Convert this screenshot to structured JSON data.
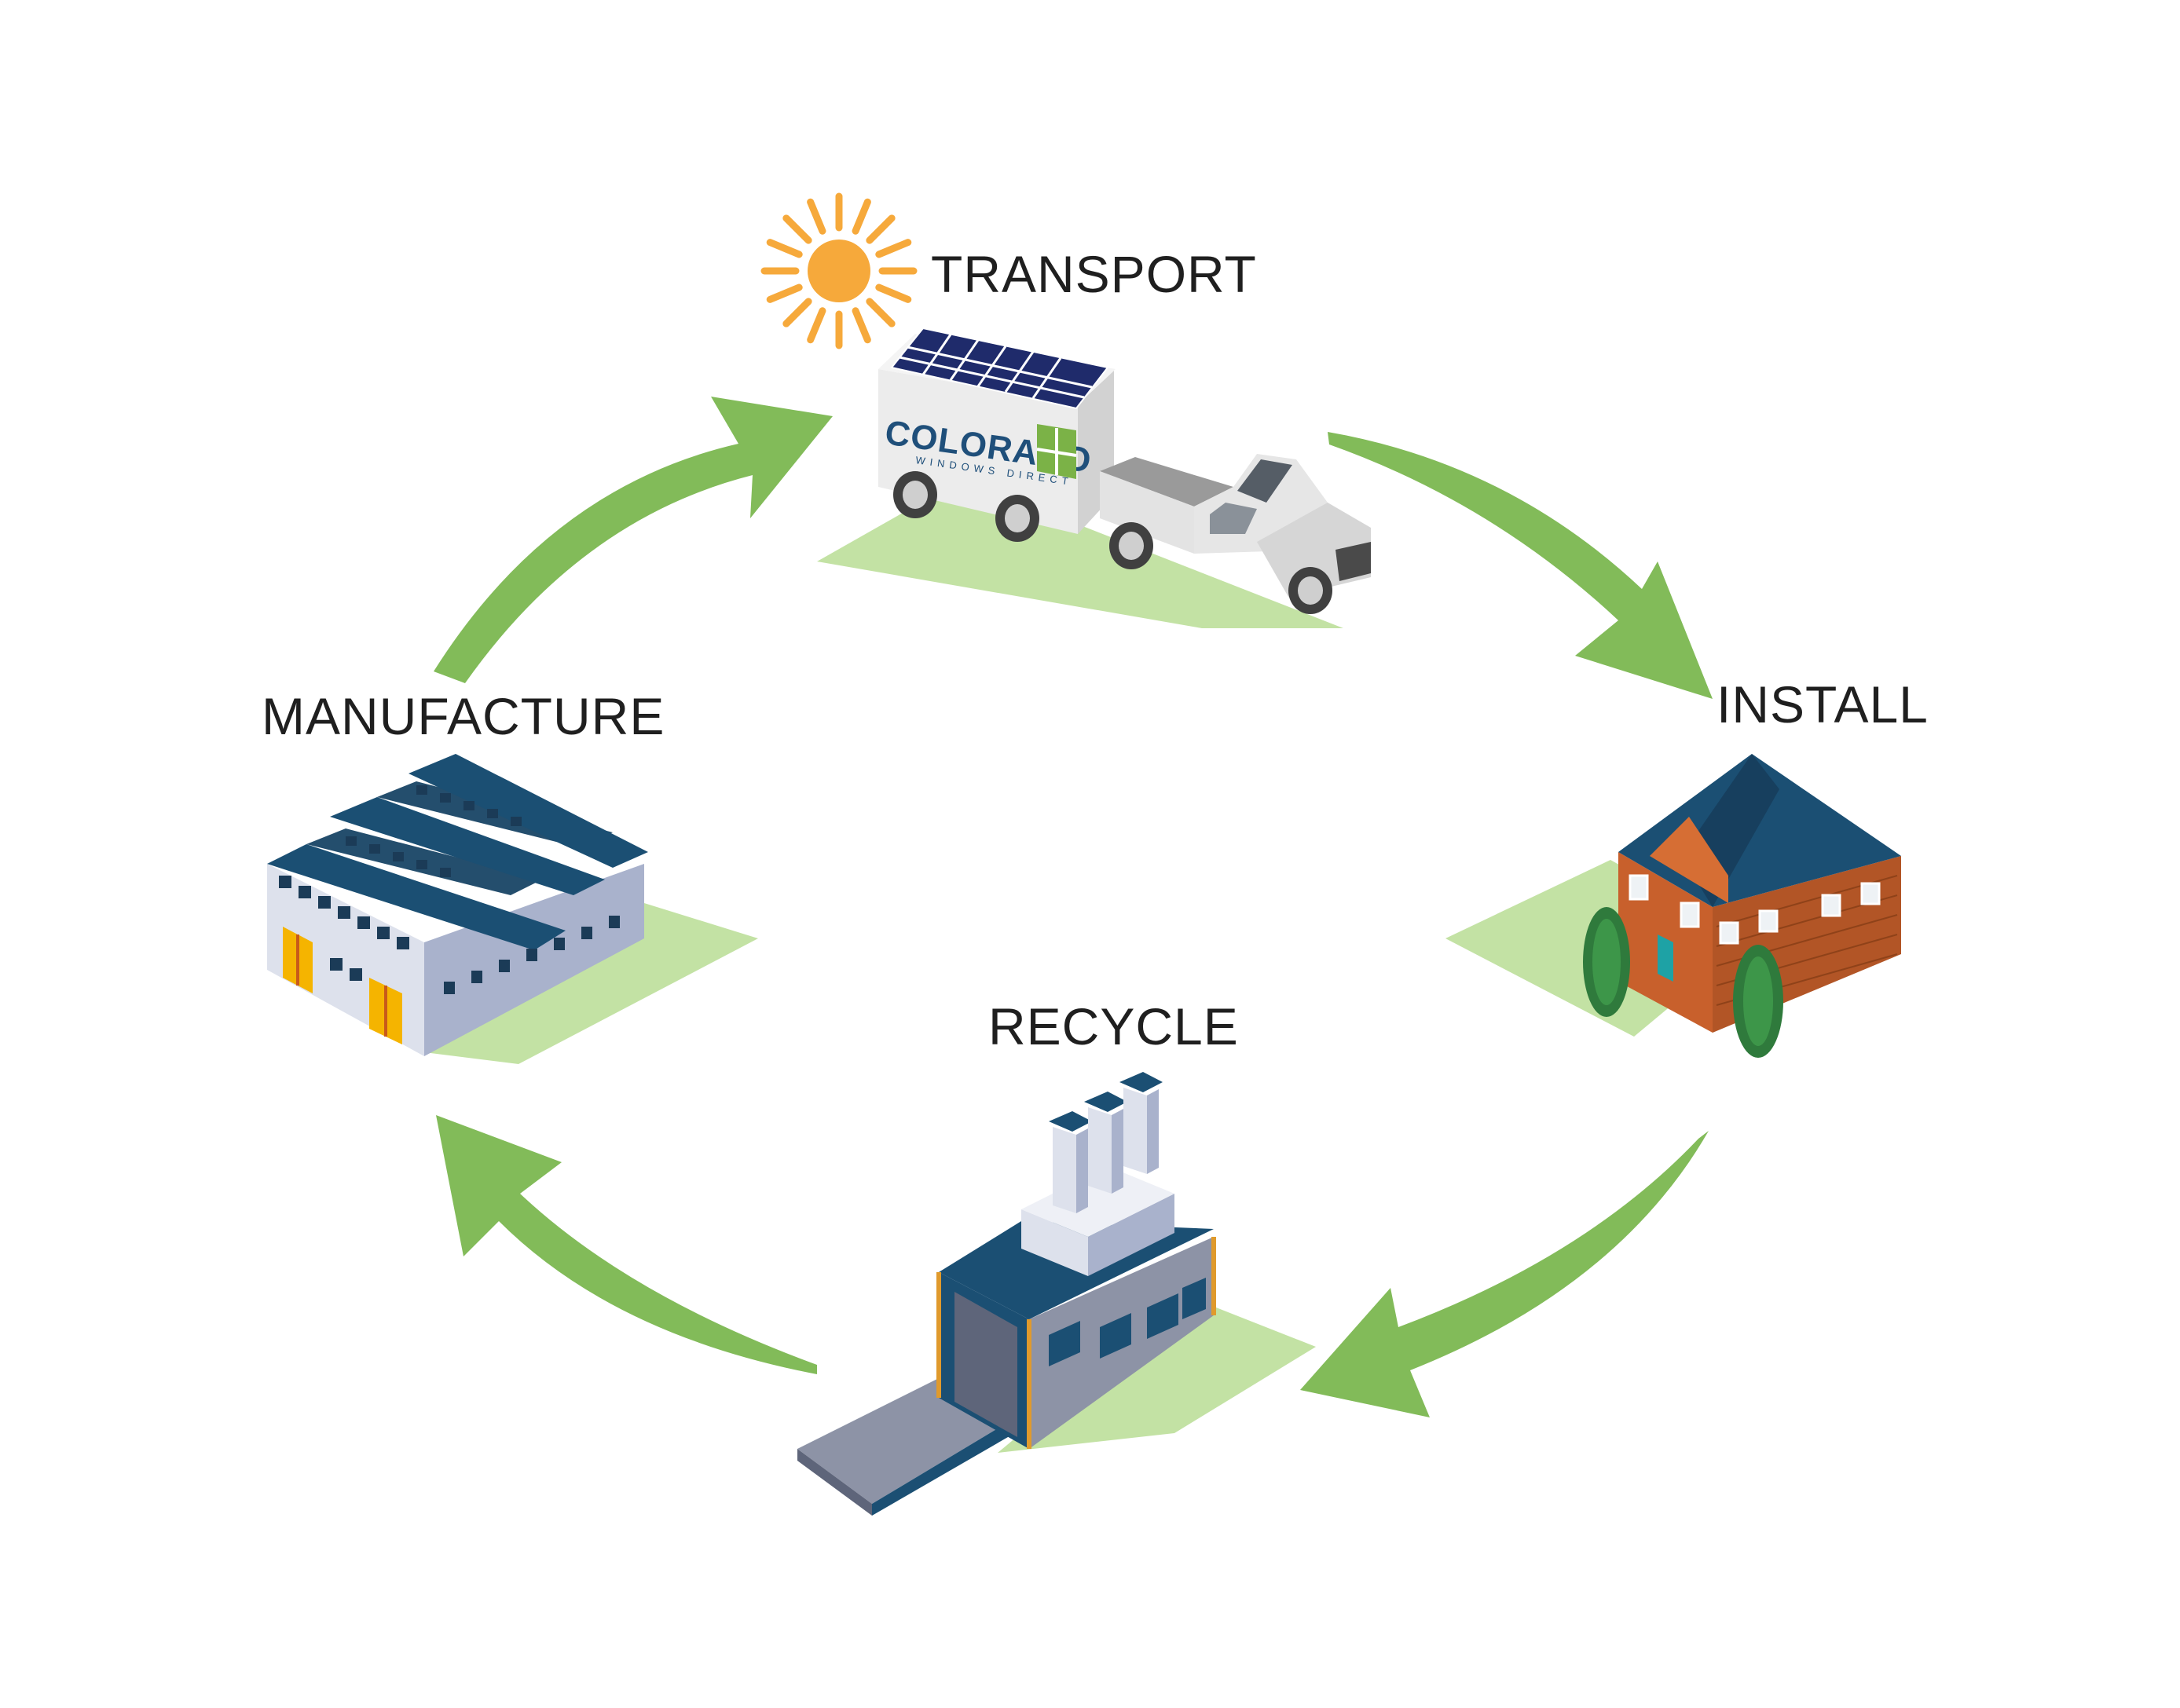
{
  "stages": {
    "transport": "TRANSPORT",
    "install": "INSTALL",
    "recycle": "RECYCLE",
    "manufacture": "MANUFACTURE"
  },
  "truck_logo": {
    "main": "COLORADO",
    "sub": "WINDOWS DIRECT"
  },
  "colors": {
    "arrow": "#82bb59",
    "ground": "#c3e2a4",
    "sun": "#f6a93b",
    "roof": "#1b4f73",
    "brick": "#c8602c",
    "solar_panel": "#1f2b6b"
  },
  "icons": [
    "sun-icon",
    "truck-icon",
    "house-icon",
    "recycling-plant-icon",
    "factory-icon"
  ]
}
